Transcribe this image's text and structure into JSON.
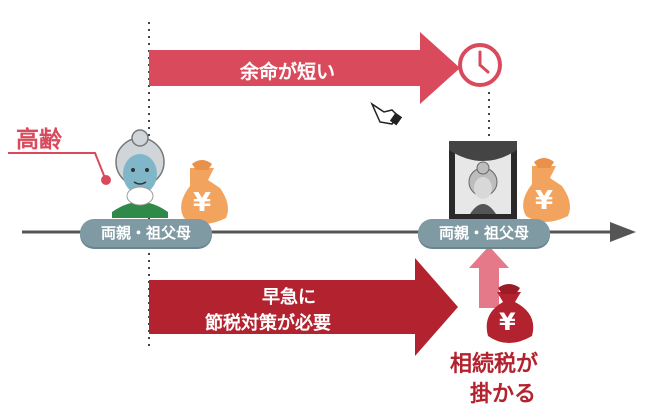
{
  "diagram": {
    "top_arrow_label": "余命が短い",
    "elder_label": "高齢",
    "pill_left": "両親・祖父母",
    "pill_right": "両親・祖父母",
    "bottom_arrow_line1": "早急に",
    "bottom_arrow_line2": "節税対策が必要",
    "tax_line1": "相続税が",
    "tax_line2": "掛かる",
    "yen_symbol": "¥",
    "icons": [
      "clock-icon",
      "pointer-hand-icon",
      "grandmother-icon",
      "money-bag-icon",
      "memorial-portrait-icon",
      "money-bag-red-icon",
      "up-arrow-icon"
    ],
    "colors": {
      "accent_red": "#d94a5c",
      "dark_red": "#b3232f",
      "pink_arrow": "#e67989",
      "bag_orange": "#f2a35e",
      "timeline": "#555555",
      "pill": "#7f9aa3"
    }
  }
}
